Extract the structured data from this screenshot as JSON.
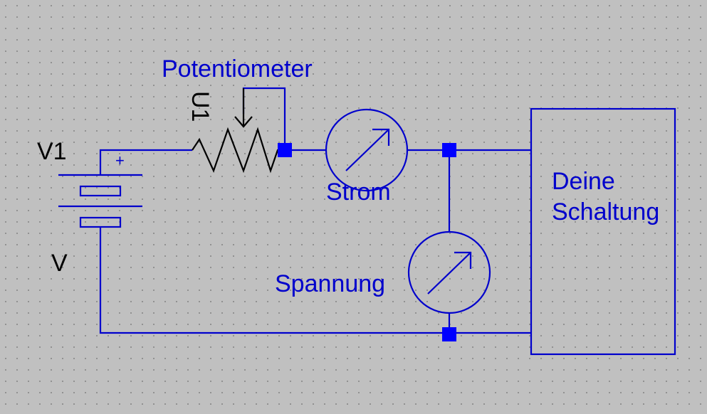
{
  "labels": {
    "potentiometer": "Potentiometer",
    "pot_ref": "U1",
    "battery_ref": "V1",
    "battery_value": "V",
    "plus_sign": "+",
    "ammeter": "Strom",
    "voltmeter": "Spannung",
    "circuit_line1": "Deine",
    "circuit_line2": "Schaltung"
  },
  "colors": {
    "wire": "#0000cc",
    "node": "#0000ff",
    "background": "#c0c0c0",
    "component_text": "#000000"
  }
}
